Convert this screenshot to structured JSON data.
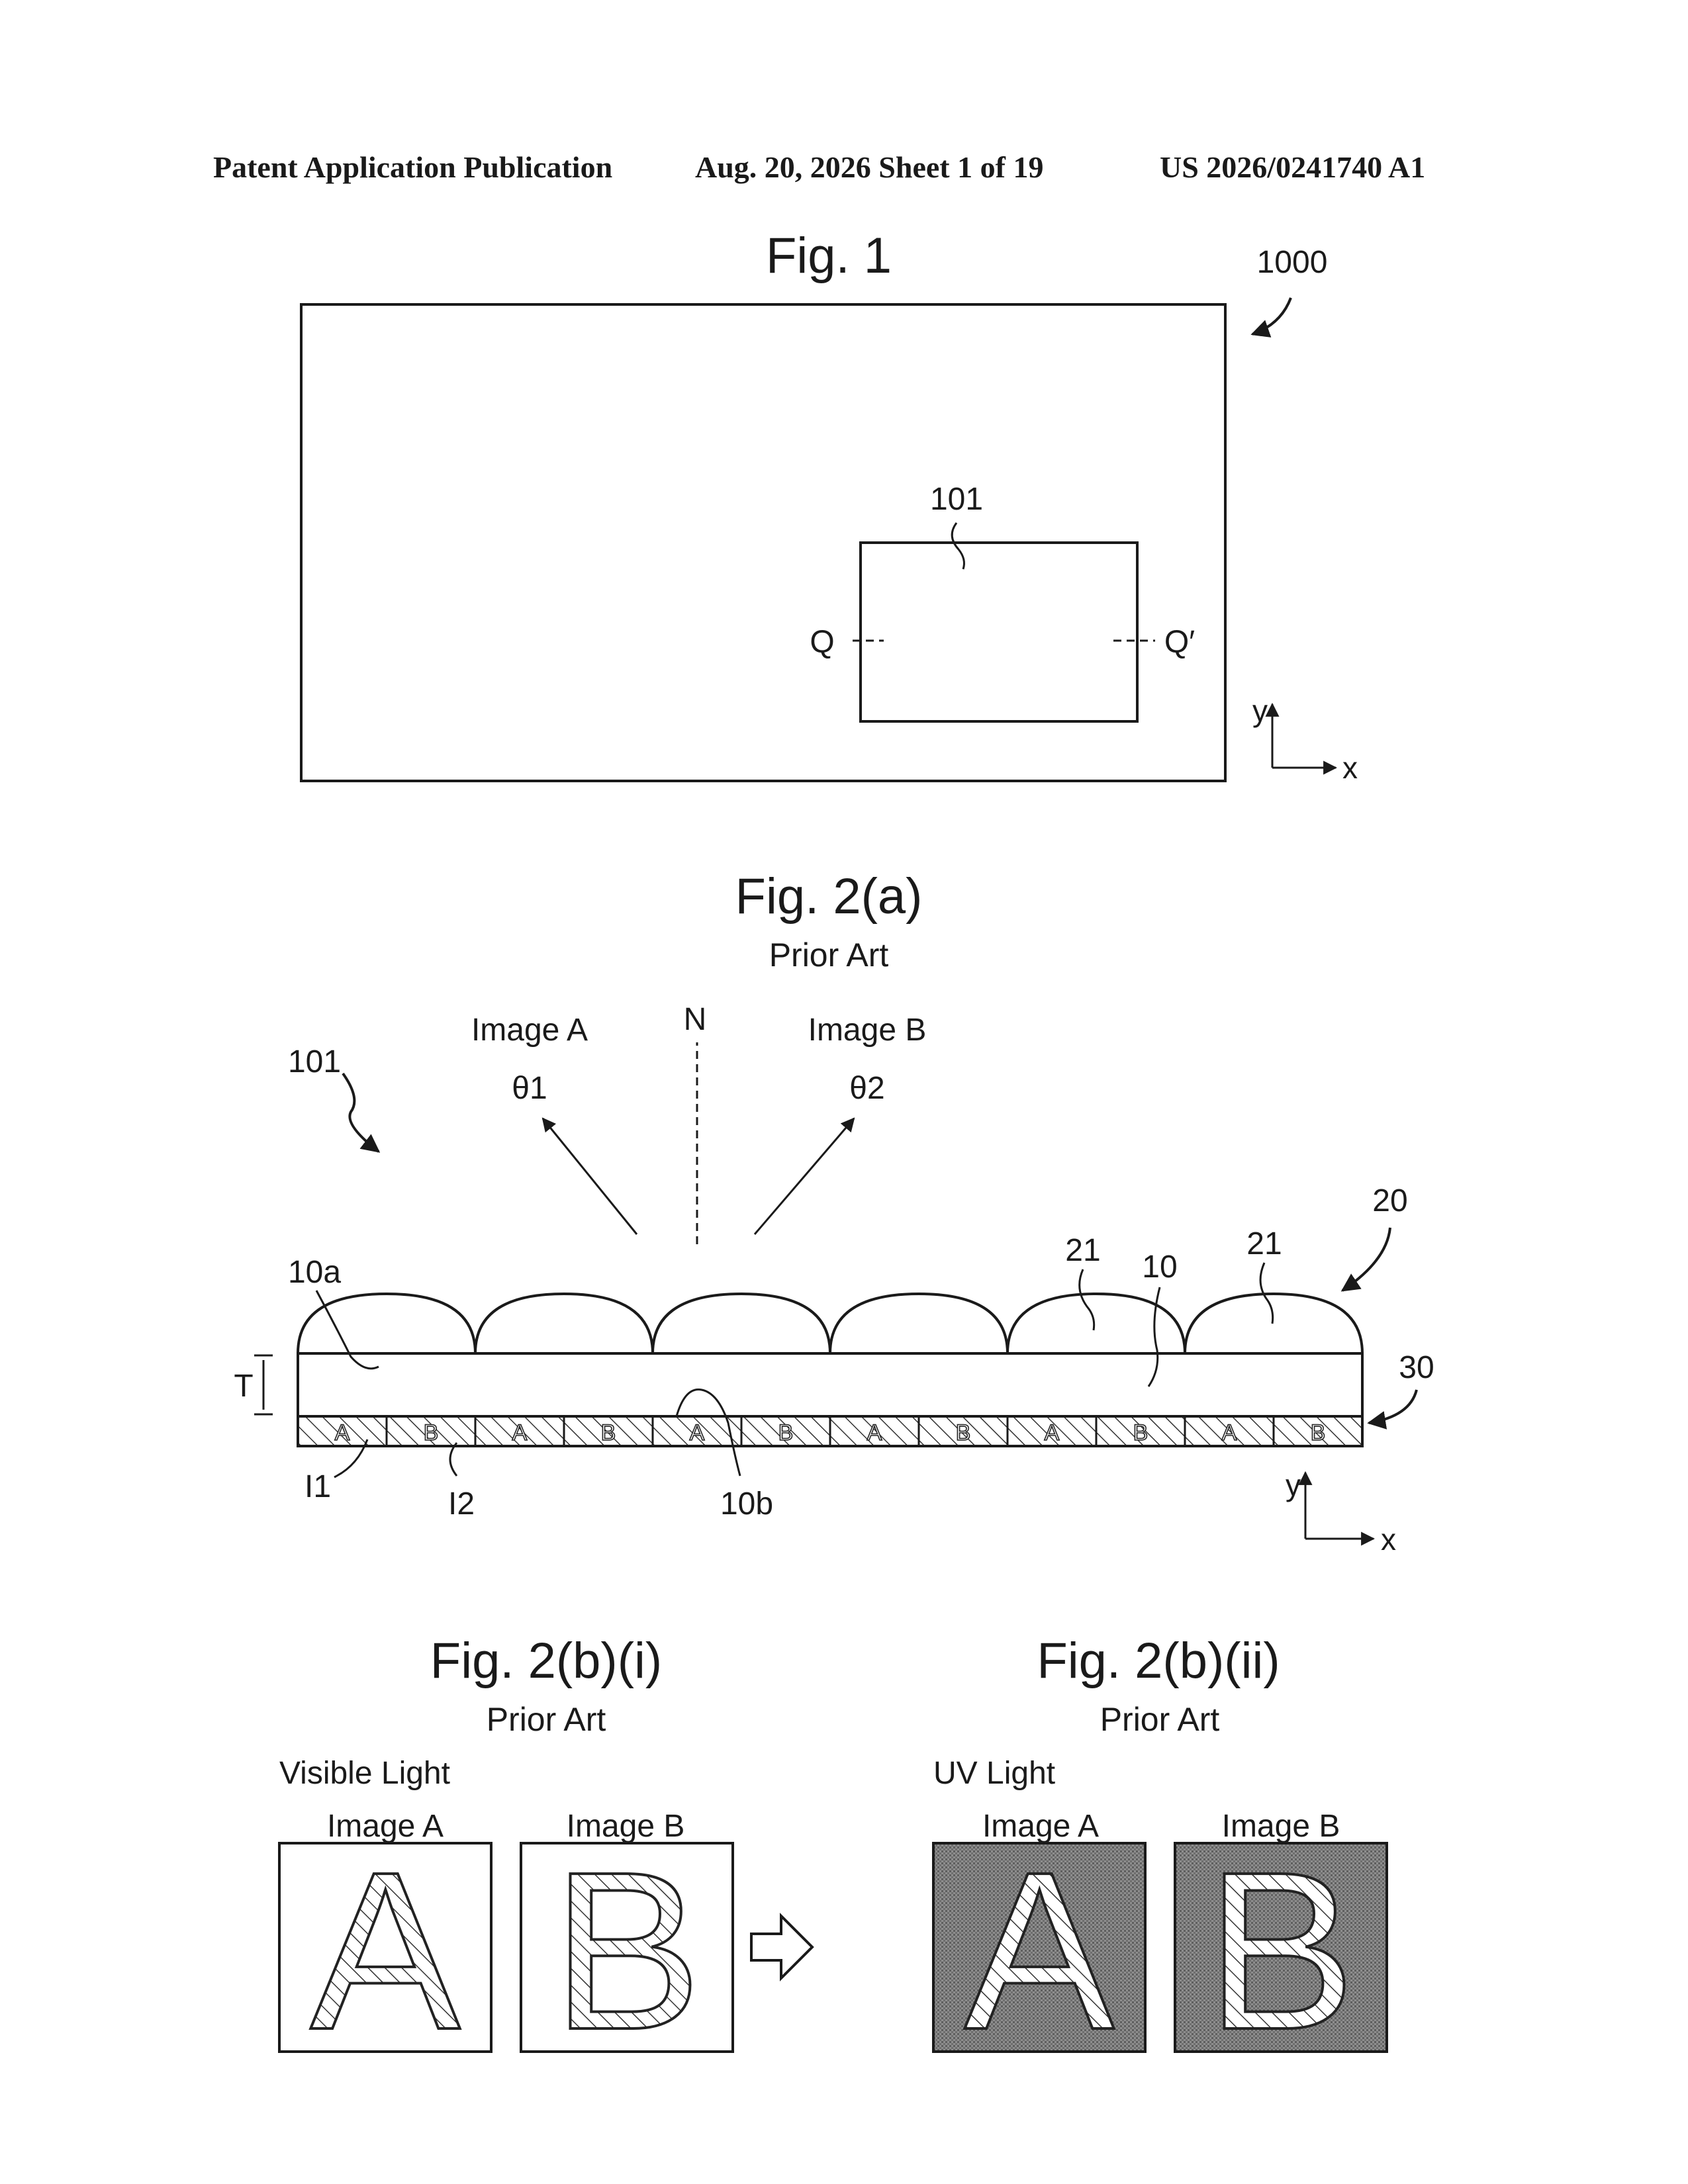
{
  "header": {
    "left": "Patent Application Publication",
    "middle": "Aug. 20, 2026  Sheet 1 of 19",
    "right": "US 2026/0241740 A1"
  },
  "fig1": {
    "title": "Fig. 1",
    "ref_device": "1000",
    "ref_element": "101",
    "section_left": "Q",
    "section_right": "Q′",
    "axis_y": "y",
    "axis_x": "x"
  },
  "fig2a": {
    "title": "Fig. 2(a)",
    "subtitle": "Prior Art",
    "ref_element": "101",
    "normal_label": "N",
    "image_a_label": "Image A",
    "image_b_label": "Image B",
    "angle_1": "θ1",
    "angle_2": "θ2",
    "ref_lens_array": "20",
    "ref_lens_1": "21",
    "ref_lens_2": "21",
    "ref_substrate": "10",
    "ref_top_surface": "10a",
    "ref_bottom_surface": "10b",
    "ref_print_layer": "30",
    "thickness_label": "T",
    "ref_i1": "I1",
    "ref_i2": "I2",
    "cells": [
      "A",
      "B",
      "A",
      "B",
      "A",
      "B",
      "A",
      "B",
      "A",
      "B",
      "A",
      "B"
    ],
    "axis_y": "y",
    "axis_x": "x"
  },
  "fig2bi": {
    "title": "Fig. 2(b)(i)",
    "subtitle": "Prior Art",
    "light_label": "Visible Light",
    "image_a_label": "Image A",
    "image_b_label": "Image B",
    "letter_a": "A",
    "letter_b": "B"
  },
  "fig2bii": {
    "title": "Fig. 2(b)(ii)",
    "subtitle": "Prior Art",
    "light_label": "UV Light",
    "image_a_label": "Image A",
    "image_b_label": "Image B",
    "letter_a": "A",
    "letter_b": "B"
  }
}
